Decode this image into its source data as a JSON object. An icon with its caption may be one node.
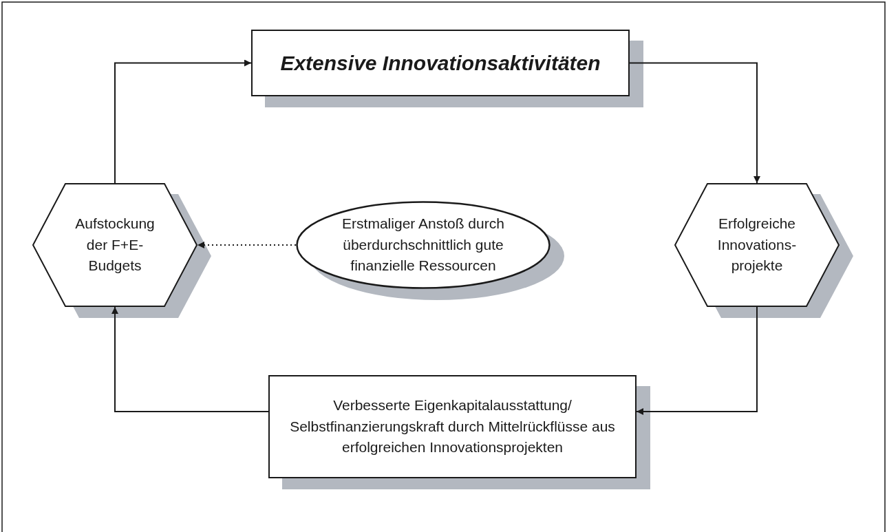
{
  "diagram": {
    "nodes": [
      {
        "text": [
          "Extensive Innovationsaktivitäten"
        ]
      },
      {
        "text": [
          "Erfolgreiche Innovations- projekte"
        ]
      },
      {
        "text": [
          "Verbesserte Eigenkapitalausstattung/ Selbstfinanzierungskraft durch Mittelrückflüsse aus erfolgreichen Innovationsprojekten"
        ]
      },
      {
        "text": [
          "Aufstockung der F+E-Budgets"
        ]
      },
      {
        "text": [
          "Erstmaliger Anstoß durch überdurchschnittlich gute finanzielle Ressourcen"
        ]
      }
    ],
    "edges": [
      {
        "from": 0,
        "to": 1,
        "arrow": "to"
      },
      {
        "from": 1,
        "to": 2,
        "arrow": "to"
      },
      {
        "from": 2,
        "to": 3,
        "arrow": "to"
      },
      {
        "from": 3,
        "to": 0,
        "arrow": "to"
      },
      {
        "from": 4,
        "to": 3,
        "arrow": "to",
        "style": "dashed"
      }
    ]
  }
}
